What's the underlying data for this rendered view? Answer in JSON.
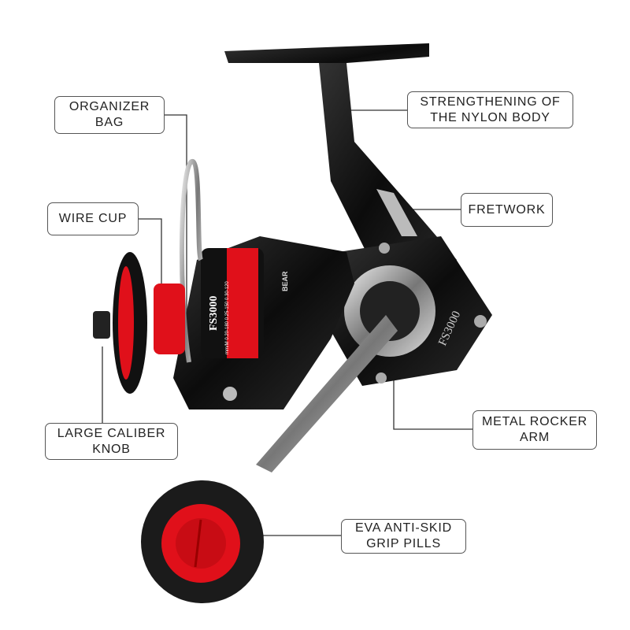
{
  "product": {
    "model": "FS3000",
    "spool_text": "mm/M 0.20-180 0.25-150 0.30-120",
    "brand_fragment": "BEAR",
    "colors": {
      "body": "#111111",
      "accent": "#e0101a",
      "chrome": "#b9b9b9"
    }
  },
  "callouts": [
    {
      "lines": [
        "ORGANIZER",
        "BAG"
      ]
    },
    {
      "lines": [
        "WIRE CUP"
      ]
    },
    {
      "lines": [
        "LARGE CALIBER",
        "KNOB"
      ]
    },
    {
      "lines": [
        "STRENGTHENING OF",
        "THE NYLON BODY"
      ]
    },
    {
      "lines": [
        "FRETWORK"
      ]
    },
    {
      "lines": [
        "METAL ROCKER",
        "ARM"
      ]
    },
    {
      "lines": [
        "EVA ANTI-SKID",
        "GRIP PILLS"
      ]
    }
  ]
}
